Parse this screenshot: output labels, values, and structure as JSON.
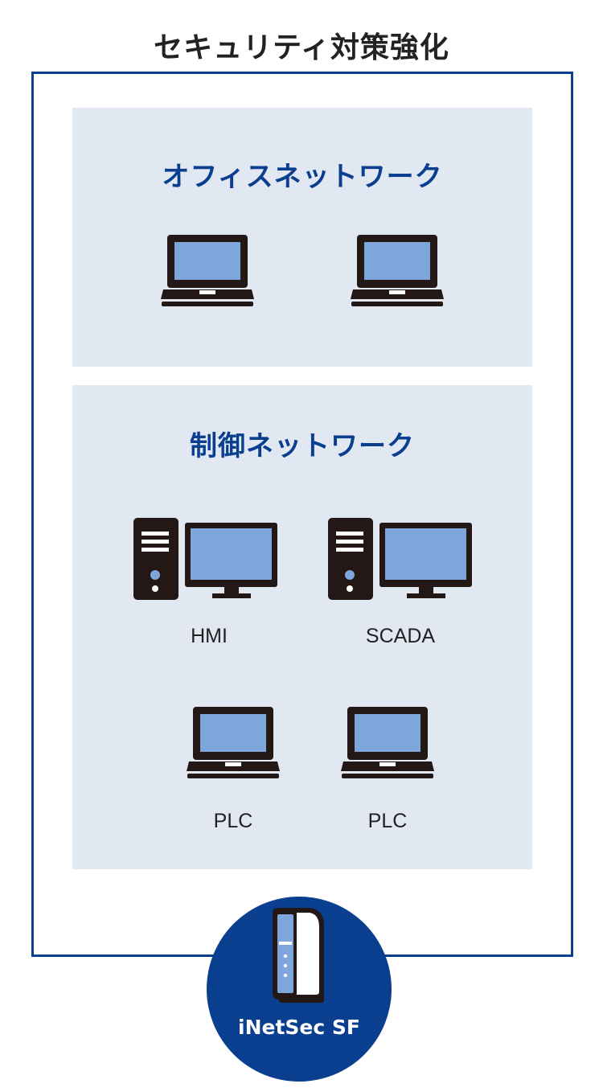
{
  "title": "セキュリティ対策強化",
  "office_network": {
    "title": "オフィスネットワーク",
    "devices": [
      {
        "icon": "laptop-icon"
      },
      {
        "icon": "laptop-icon"
      }
    ]
  },
  "control_network": {
    "title": "制御ネットワーク",
    "devices": [
      {
        "icon": "desktop-pc-icon",
        "label": "HMI"
      },
      {
        "icon": "desktop-pc-icon",
        "label": "SCADA"
      },
      {
        "icon": "laptop-icon",
        "label": "PLC"
      },
      {
        "icon": "laptop-icon",
        "label": "PLC"
      }
    ]
  },
  "product": {
    "name": "iNetSec SF",
    "icon": "network-appliance-icon"
  },
  "colors": {
    "brand_blue": "#0a3f8f",
    "panel_bg": "#e1e8f2",
    "screen_blue": "#7ea6da",
    "device_dark": "#231815"
  }
}
